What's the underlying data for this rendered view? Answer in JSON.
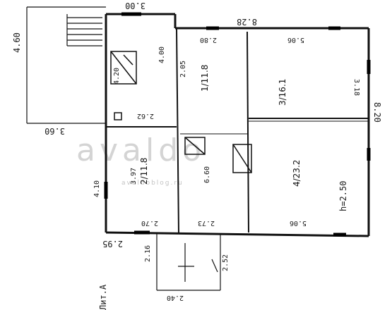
{
  "plan": {
    "dimensions": {
      "d_460": "4.60",
      "d_300": "3.00",
      "d_828": "8.28",
      "d_280": "2.80",
      "d_506_top": "5.06",
      "d_318": "3.18",
      "d_820": "8.20",
      "d_360": "3.60",
      "d_410": "4.10",
      "d_270": "2.70",
      "d_273": "2.73",
      "d_506_bottom": "5.06",
      "d_295": "2.95",
      "d_216": "2.16",
      "d_240": "2.40",
      "d_252": "2.52",
      "d_h250": "h=2.50",
      "d_420": "4.20",
      "d_262": "2.62",
      "d_400": "4.00",
      "d_397": "3.97",
      "d_205": "2.05",
      "d_660": "6.60"
    },
    "rooms": {
      "r1": "1/11.8",
      "r2": "2/11.8",
      "r3": "3/16.1",
      "r4": "4/23.2"
    },
    "side_mark": "Лит.А",
    "watermark": "avaldo",
    "watermark_sub": "avaldoblog.ru"
  }
}
